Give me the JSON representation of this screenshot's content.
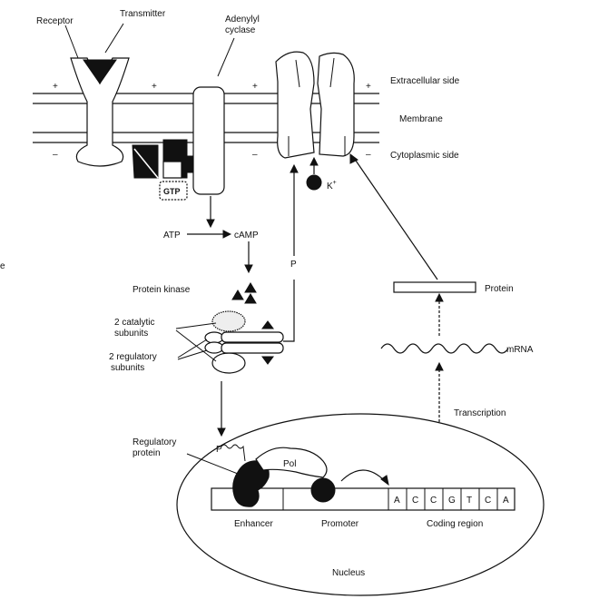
{
  "labels": {
    "receptor": "Receptor",
    "transmitter": "Transmitter",
    "adenylyl_cyclase_line1": "Adenylyl",
    "adenylyl_cyclase_line2": "cyclase",
    "extracellular_side": "Extracellular side",
    "membrane": "Membrane",
    "cytoplasmic_side": "Cytoplasmic side",
    "gtp": "GTP",
    "k_ion": "K",
    "k_charge": "+",
    "atp": "ATP",
    "camp": "cAMP",
    "phosphate": "P",
    "protein_kinase": "Protein kinase",
    "catalytic_line1": "2 catalytic",
    "catalytic_line2": "subunits",
    "regulatory_line1": "2 regulatory",
    "regulatory_line2": "subunits",
    "protein": "Protein",
    "mrna": "mRNA",
    "transcription": "Transcription",
    "regulatory_protein_line1": "Regulatory",
    "regulatory_protein_line2": "protein",
    "pol": "Pol",
    "enhancer": "Enhancer",
    "promoter": "Promoter",
    "coding_region": "Coding region",
    "nucleus": "Nucleus",
    "plus": "+",
    "minus": "–",
    "edge_mark": "e"
  },
  "dna_sequence": [
    "A",
    "C",
    "C",
    "G",
    "T",
    "C",
    "A"
  ]
}
